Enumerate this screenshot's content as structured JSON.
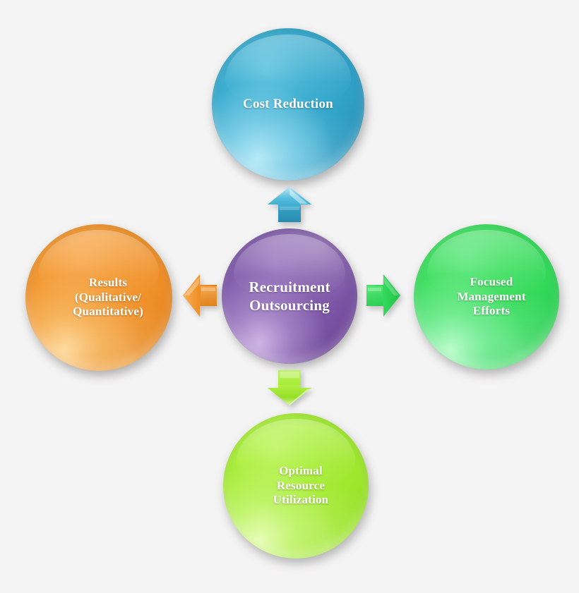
{
  "diagram": {
    "title": "Recruitment Outsourcing",
    "background_color": "#f5f4f4",
    "type": "hub-and-spoke",
    "center": {
      "id": "recruitment-outsourcing",
      "label": "Recruitment\nOutsourcing",
      "color": "#7d55a6",
      "shape": "circle"
    },
    "nodes": [
      {
        "id": "cost-reduction",
        "position": "top",
        "label": "Cost Reduction",
        "color": "#2fa2c8",
        "shape": "circle"
      },
      {
        "id": "focused-management-efforts",
        "position": "right",
        "label": "Focused\nManagement\nEfforts",
        "color": "#33d95a",
        "shape": "circle"
      },
      {
        "id": "optimal-resource-utilization",
        "position": "bottom",
        "label": "Optimal\nResource\nUtilization",
        "color": "#9fe82f",
        "shape": "circle"
      },
      {
        "id": "results-qualitative-quantitative",
        "position": "left",
        "label": "Results\n(Qualitative/\nQuantitative)",
        "color": "#ef8f29",
        "shape": "circle"
      }
    ],
    "arrows": [
      {
        "id": "arrow-up",
        "direction": "up",
        "from": "recruitment-outsourcing",
        "to": "cost-reduction",
        "color": "#2fa2c8"
      },
      {
        "id": "arrow-right",
        "direction": "right",
        "from": "recruitment-outsourcing",
        "to": "focused-management-efforts",
        "color": "#33d95a"
      },
      {
        "id": "arrow-down",
        "direction": "down",
        "from": "recruitment-outsourcing",
        "to": "optimal-resource-utilization",
        "color": "#9fe82f"
      },
      {
        "id": "arrow-left",
        "direction": "left",
        "from": "recruitment-outsourcing",
        "to": "results-qualitative-quantitative",
        "color": "#ef8f29"
      }
    ]
  }
}
